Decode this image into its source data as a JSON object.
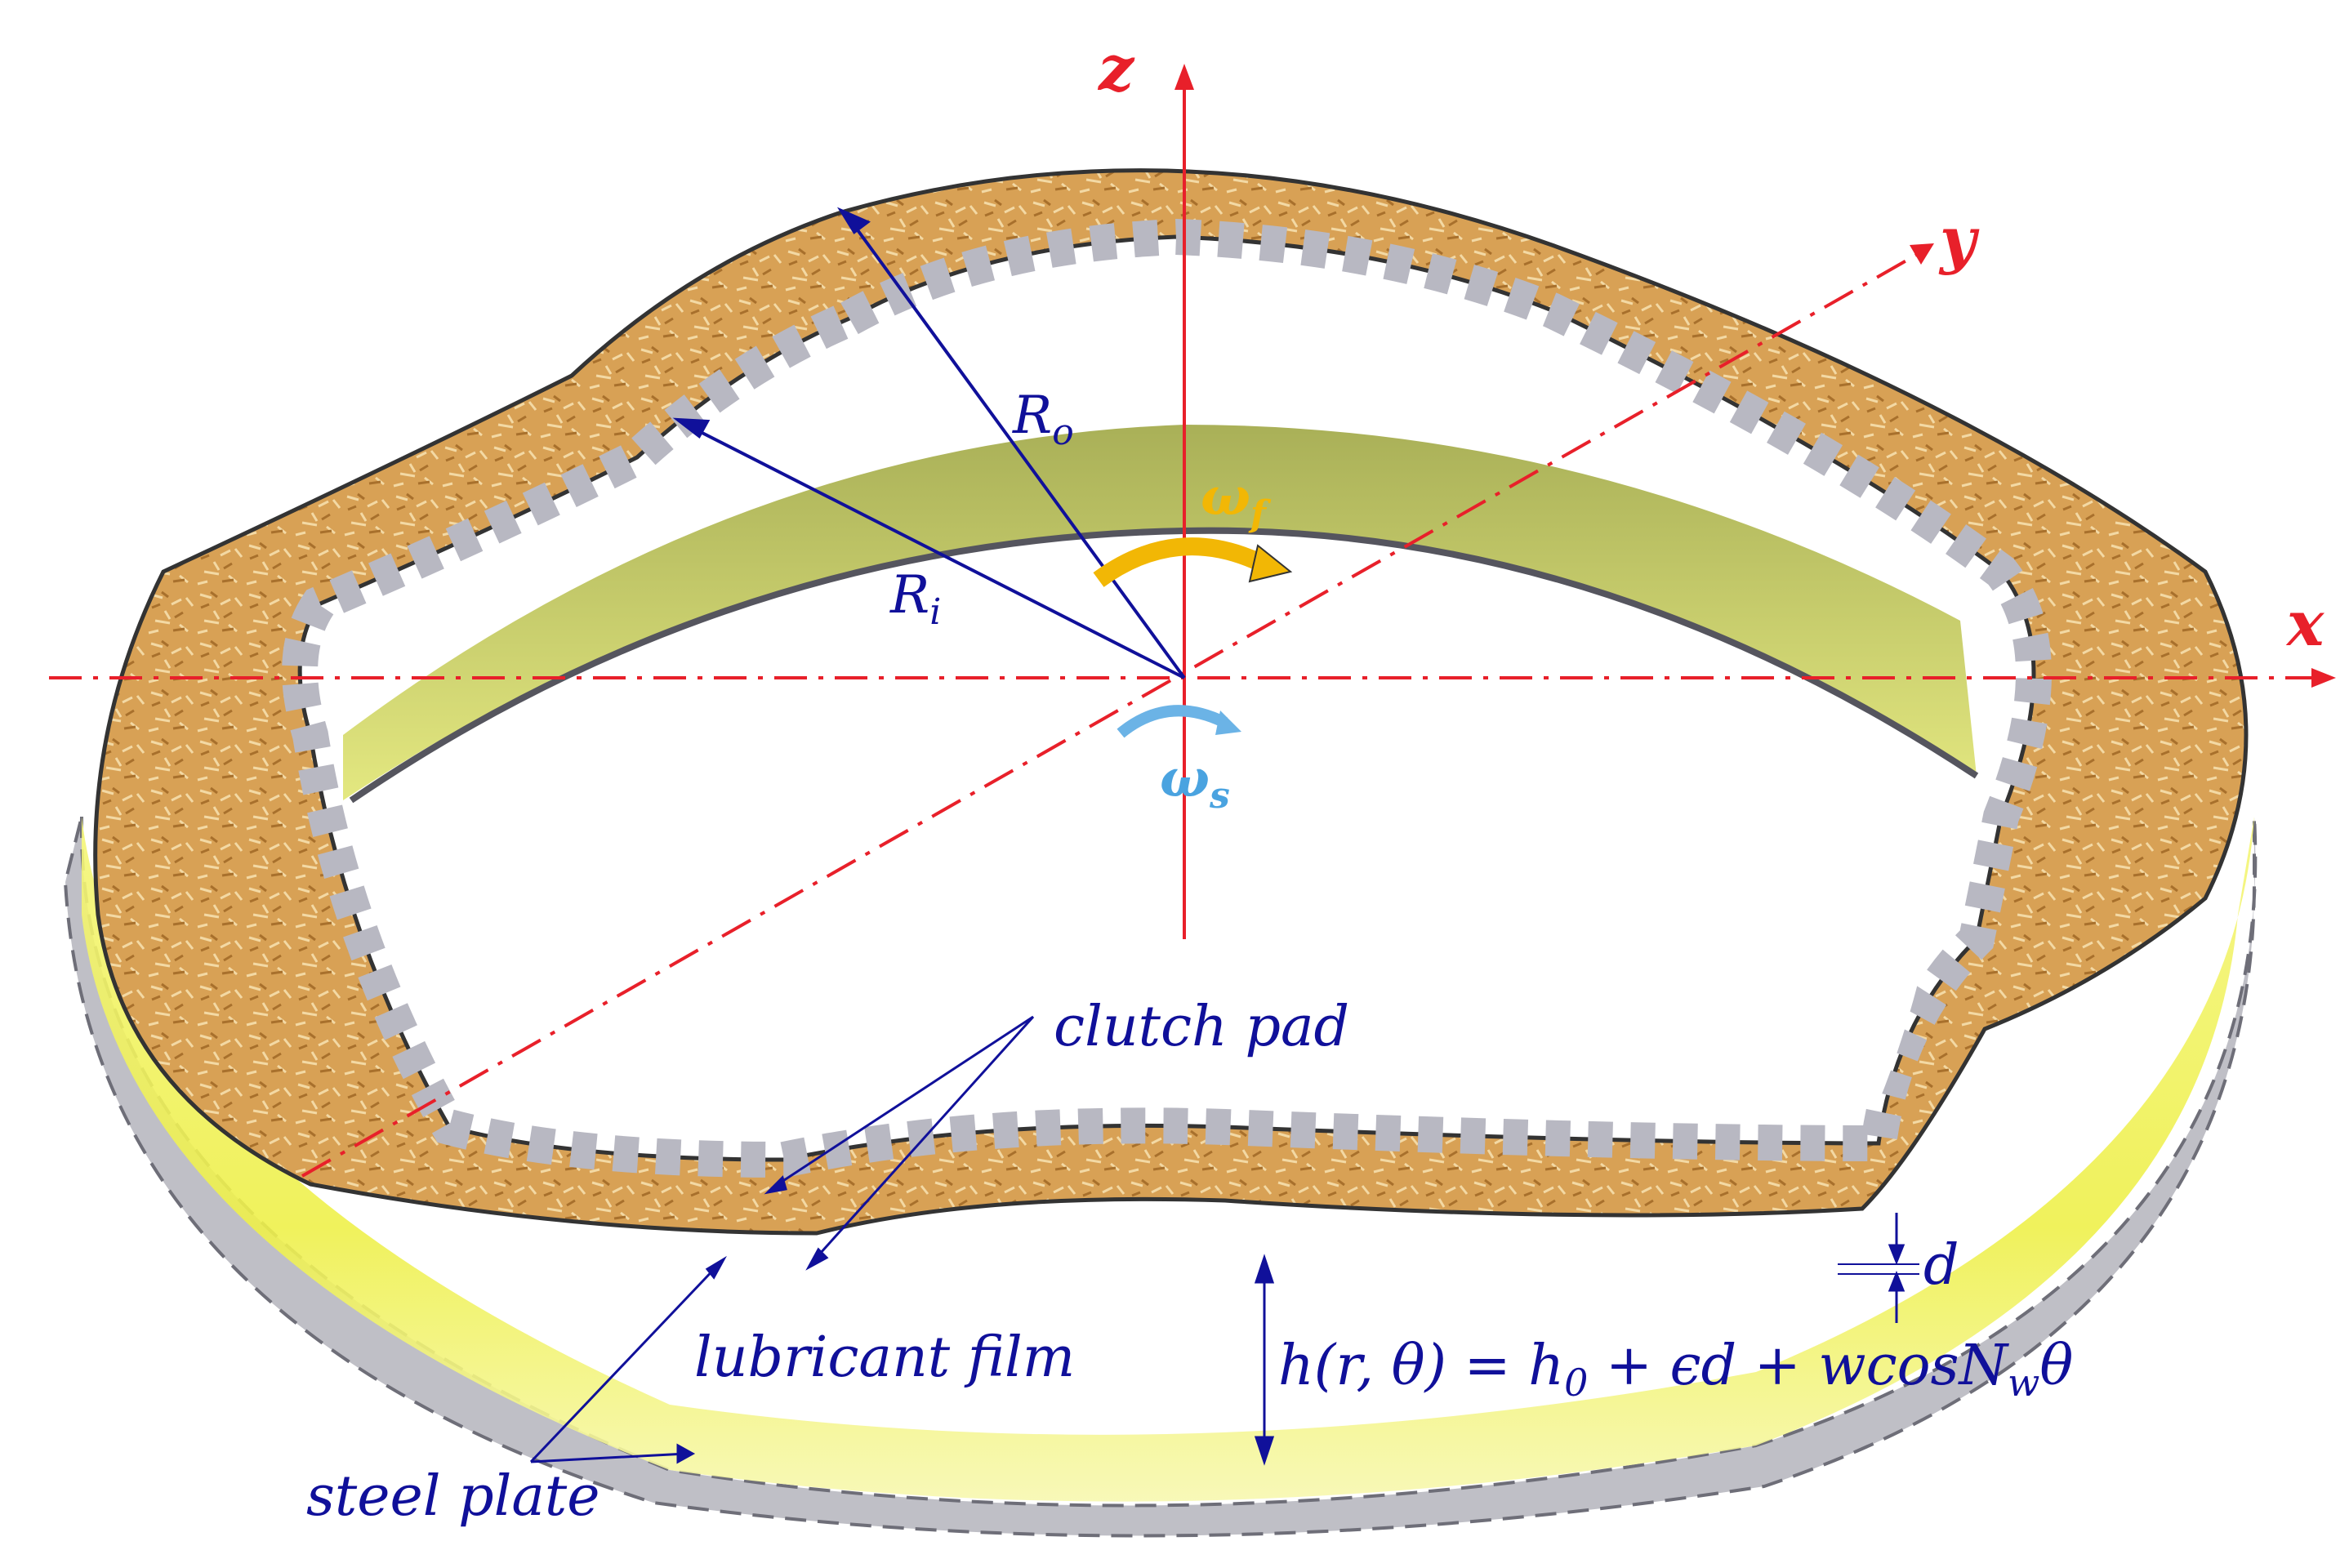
{
  "axes": {
    "z": "z",
    "y": "y",
    "x": "x"
  },
  "radii": {
    "outer_main": "R",
    "outer_sub": "o",
    "inner_main": "R",
    "inner_sub": "i"
  },
  "speeds": {
    "friction_main": "ω",
    "friction_sub": "f",
    "steel_main": "ω",
    "steel_sub": "s"
  },
  "labels": {
    "clutch_pad": "clutch pad",
    "lubricant_film": "lubricant film",
    "steel_plate": "steel plate",
    "thickness": "d"
  },
  "equation": {
    "h_r_theta": "h(r, θ) = h",
    "h0_sub": "0",
    "middle": " + ϵd + wcosN",
    "nw_sub": "w",
    "end": "θ"
  },
  "colors": {
    "axis": "#e8202a",
    "annotation": "#10109a",
    "omega_f": "#f2b705",
    "omega_s": "#4aa3e0",
    "pad": "#d49a4c",
    "pad_dark": "#b37a34",
    "steel": "#c9c9cf",
    "steel_dark": "#808088",
    "lubricant": "#eef04a"
  }
}
